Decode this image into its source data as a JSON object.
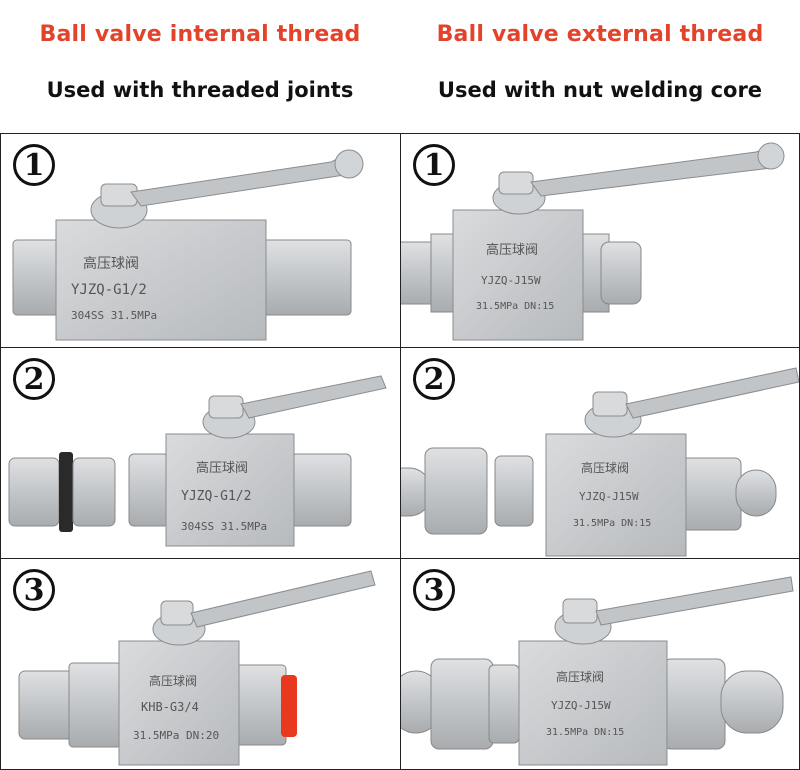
{
  "header": {
    "left_title": "Ball valve internal thread",
    "left_subtitle": "Used with threaded joints",
    "right_title": "Ball valve external thread",
    "right_subtitle": "Used with nut welding core"
  },
  "colors": {
    "title": "#e2432a",
    "steel": "#c8cbcd",
    "cap": "#e8391f"
  },
  "cells": {
    "l1": {
      "num": "1",
      "engr_cn": "高压球阀",
      "engr_model": "YJZQ-G1/2",
      "engr_spec": "304SS 31.5MPa"
    },
    "r1": {
      "num": "1",
      "engr_cn": "高压球阀",
      "engr_model": "YJZQ-J15W",
      "engr_spec": "31.5MPa DN:15"
    },
    "l2": {
      "num": "2",
      "engr_cn": "高压球阀",
      "engr_model": "YJZQ-G1/2",
      "engr_spec": "304SS 31.5MPa"
    },
    "r2": {
      "num": "2",
      "engr_cn": "高压球阀",
      "engr_model": "YJZQ-J15W",
      "engr_spec": "31.5MPa DN:15"
    },
    "l3": {
      "num": "3",
      "engr_cn": "高压球阀",
      "engr_model": "KHB-G3/4",
      "engr_spec": "31.5MPa DN:20"
    },
    "r3": {
      "num": "3",
      "engr_cn": "高压球阀",
      "engr_model": "YJZQ-J15W",
      "engr_spec": "31.5MPa DN:15"
    }
  }
}
